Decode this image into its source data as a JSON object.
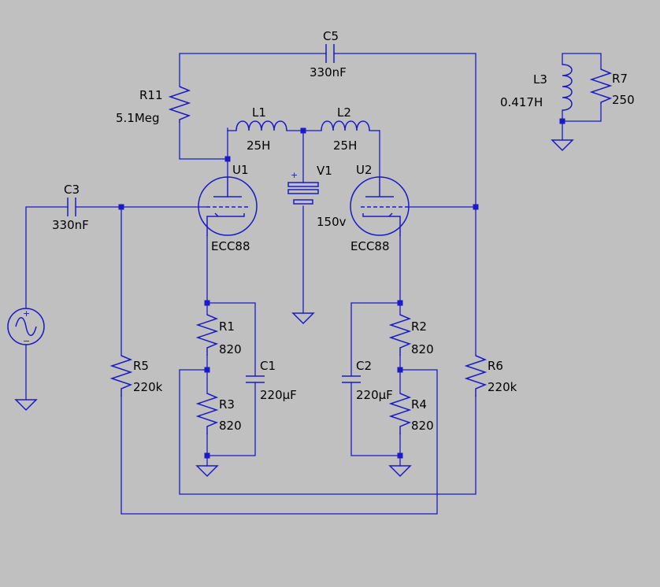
{
  "components": {
    "c5": {
      "ref": "C5",
      "value": "330nF"
    },
    "c3": {
      "ref": "C3",
      "value": "330nF"
    },
    "c1": {
      "ref": "C1",
      "value": "220µF"
    },
    "c2": {
      "ref": "C2",
      "value": "220µF"
    },
    "r11": {
      "ref": "R11",
      "value": "5.1Meg"
    },
    "r1": {
      "ref": "R1",
      "value": "820"
    },
    "r2": {
      "ref": "R2",
      "value": "820"
    },
    "r3": {
      "ref": "R3",
      "value": "820"
    },
    "r4": {
      "ref": "R4",
      "value": "820"
    },
    "r5": {
      "ref": "R5",
      "value": "220k"
    },
    "r6": {
      "ref": "R6",
      "value": "220k"
    },
    "r7": {
      "ref": "R7",
      "value": "250"
    },
    "l1": {
      "ref": "L1",
      "value": "25H"
    },
    "l2": {
      "ref": "L2",
      "value": "25H"
    },
    "l3": {
      "ref": "L3",
      "value": "0.417H"
    },
    "v1": {
      "ref": "V1",
      "value": "150v",
      "plus": "+"
    },
    "u1": {
      "ref": "U1",
      "value": "ECC88"
    },
    "u2": {
      "ref": "U2",
      "value": "ECC88"
    },
    "src": {
      "plus": "+",
      "minus": "−"
    }
  },
  "colors": {
    "background": "#c0c0c0",
    "wire": "#1a1ac8",
    "text": "#000000"
  }
}
